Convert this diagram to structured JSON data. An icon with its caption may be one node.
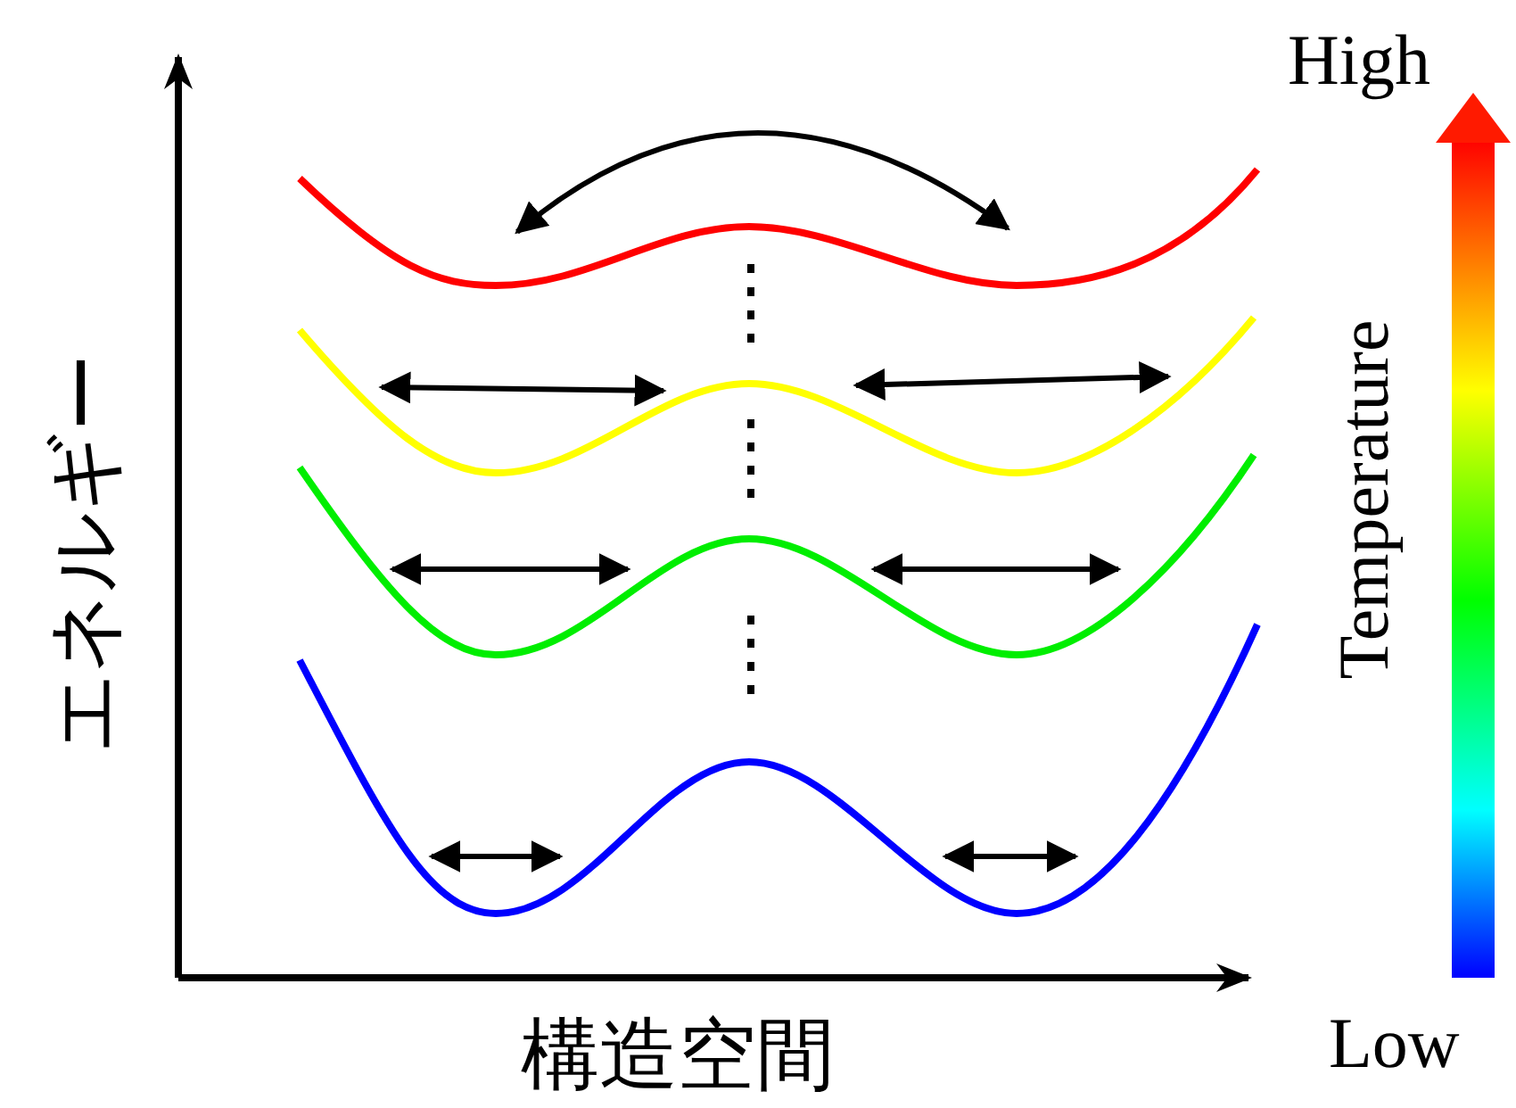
{
  "diagram": {
    "labels": [
      "High",
      "Temperature",
      "エネルギー",
      "Low",
      "構造空間"
    ]
  }
}
